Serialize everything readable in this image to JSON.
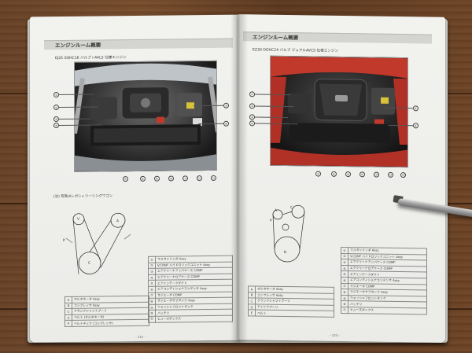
{
  "left_page": {
    "header": "エンジンルーム概要",
    "subtitle": "EJ25 SOHC16 バルブ i-AVLS 仕様エンジン",
    "note": "(注) 写真はレガシィツーリングワゴン",
    "page_number": "- 115 -",
    "photo_left_callouts": [
      "①",
      "②",
      "③",
      "④"
    ],
    "photo_right_callouts": [
      "⑤",
      "⑥"
    ],
    "photo_bottom_callouts": [
      "⑦",
      "⑧",
      "⑨",
      "⑩",
      "⑪",
      "⑫",
      "⑬"
    ],
    "belt_labels": [
      "V",
      "A",
      "P",
      "C"
    ],
    "belt_table": [
      {
        "key": "A",
        "text": "オルタネータ Assy"
      },
      {
        "key": "B",
        "text": "コンプレッサ Assy"
      },
      {
        "key": "C",
        "text": "クランクシャフトプーリ"
      },
      {
        "key": "V",
        "text": "ベルト (オルタネータ)"
      },
      {
        "key": "P",
        "text": "ベルトネック (コンプレッサ)"
      }
    ],
    "parts_table": [
      {
        "key": "①",
        "text": "マスタシリンダ Assy"
      },
      {
        "key": "②",
        "text": "V.CONT ハイドロリックユニット Assy"
      },
      {
        "key": "③",
        "text": "エアクリーナアッパケース COMP"
      },
      {
        "key": "④",
        "text": "エアクリーナロアケース COMP"
      },
      {
        "key": "⑤",
        "text": "エアインテークダクト"
      },
      {
        "key": "⑥",
        "text": "エアコンディショナコンデンサ Assy"
      },
      {
        "key": "⑦",
        "text": "ラジエータ COMP"
      },
      {
        "key": "⑧",
        "text": "ラジエータサブタンク Assy"
      },
      {
        "key": "⑨",
        "text": "ウォッシャフロントタンク"
      },
      {
        "key": "⑩",
        "text": "バッテリ"
      },
      {
        "key": "⑪",
        "text": "ヒューズボックス"
      }
    ]
  },
  "right_page": {
    "header": "エンジンルーム概要",
    "subtitle": "EZ30 DOHC24 バルブ デュアルAVCS 仕様エンジン",
    "page_number": "- 123 -",
    "photo_left_callouts": [
      "①",
      "②",
      "③",
      "④"
    ],
    "photo_right_callouts": [
      "⑤",
      "⑥"
    ],
    "photo_bottom_callouts": [
      "⑦",
      "⑧",
      "⑨",
      "⑩",
      "⑪",
      "⑫",
      "⑬"
    ],
    "belt_labels": [
      "A",
      "C",
      "P",
      "B"
    ],
    "belt_table": [
      {
        "key": "A",
        "text": "オルタネータ Assy"
      },
      {
        "key": "B",
        "text": "コンプレッサ Assy"
      },
      {
        "key": "C",
        "text": "クランクシャフトプーリ"
      },
      {
        "key": "D",
        "text": "アイドラプーリ"
      },
      {
        "key": "E",
        "text": "ベルト"
      }
    ],
    "parts_table": [
      {
        "key": "①",
        "text": "マスタシリンダ Assy"
      },
      {
        "key": "②",
        "text": "V.CONT ハイドロリックユニット Assy"
      },
      {
        "key": "③",
        "text": "エアクリーナアッパケース COMP"
      },
      {
        "key": "④",
        "text": "エアクリーナロアケース COMP"
      },
      {
        "key": "⑤",
        "text": "エアインテークダクト"
      },
      {
        "key": "⑥",
        "text": "エアコンディショナコンデンサ Assy"
      },
      {
        "key": "⑦",
        "text": "ラジエータ COMP"
      },
      {
        "key": "⑧",
        "text": "ラジエータサブタンク Assy"
      },
      {
        "key": "⑨",
        "text": "ウォッシャフロントタンク"
      },
      {
        "key": "⑩",
        "text": "バッテリ"
      },
      {
        "key": "⑪",
        "text": "ヒューズボックス"
      }
    ]
  }
}
